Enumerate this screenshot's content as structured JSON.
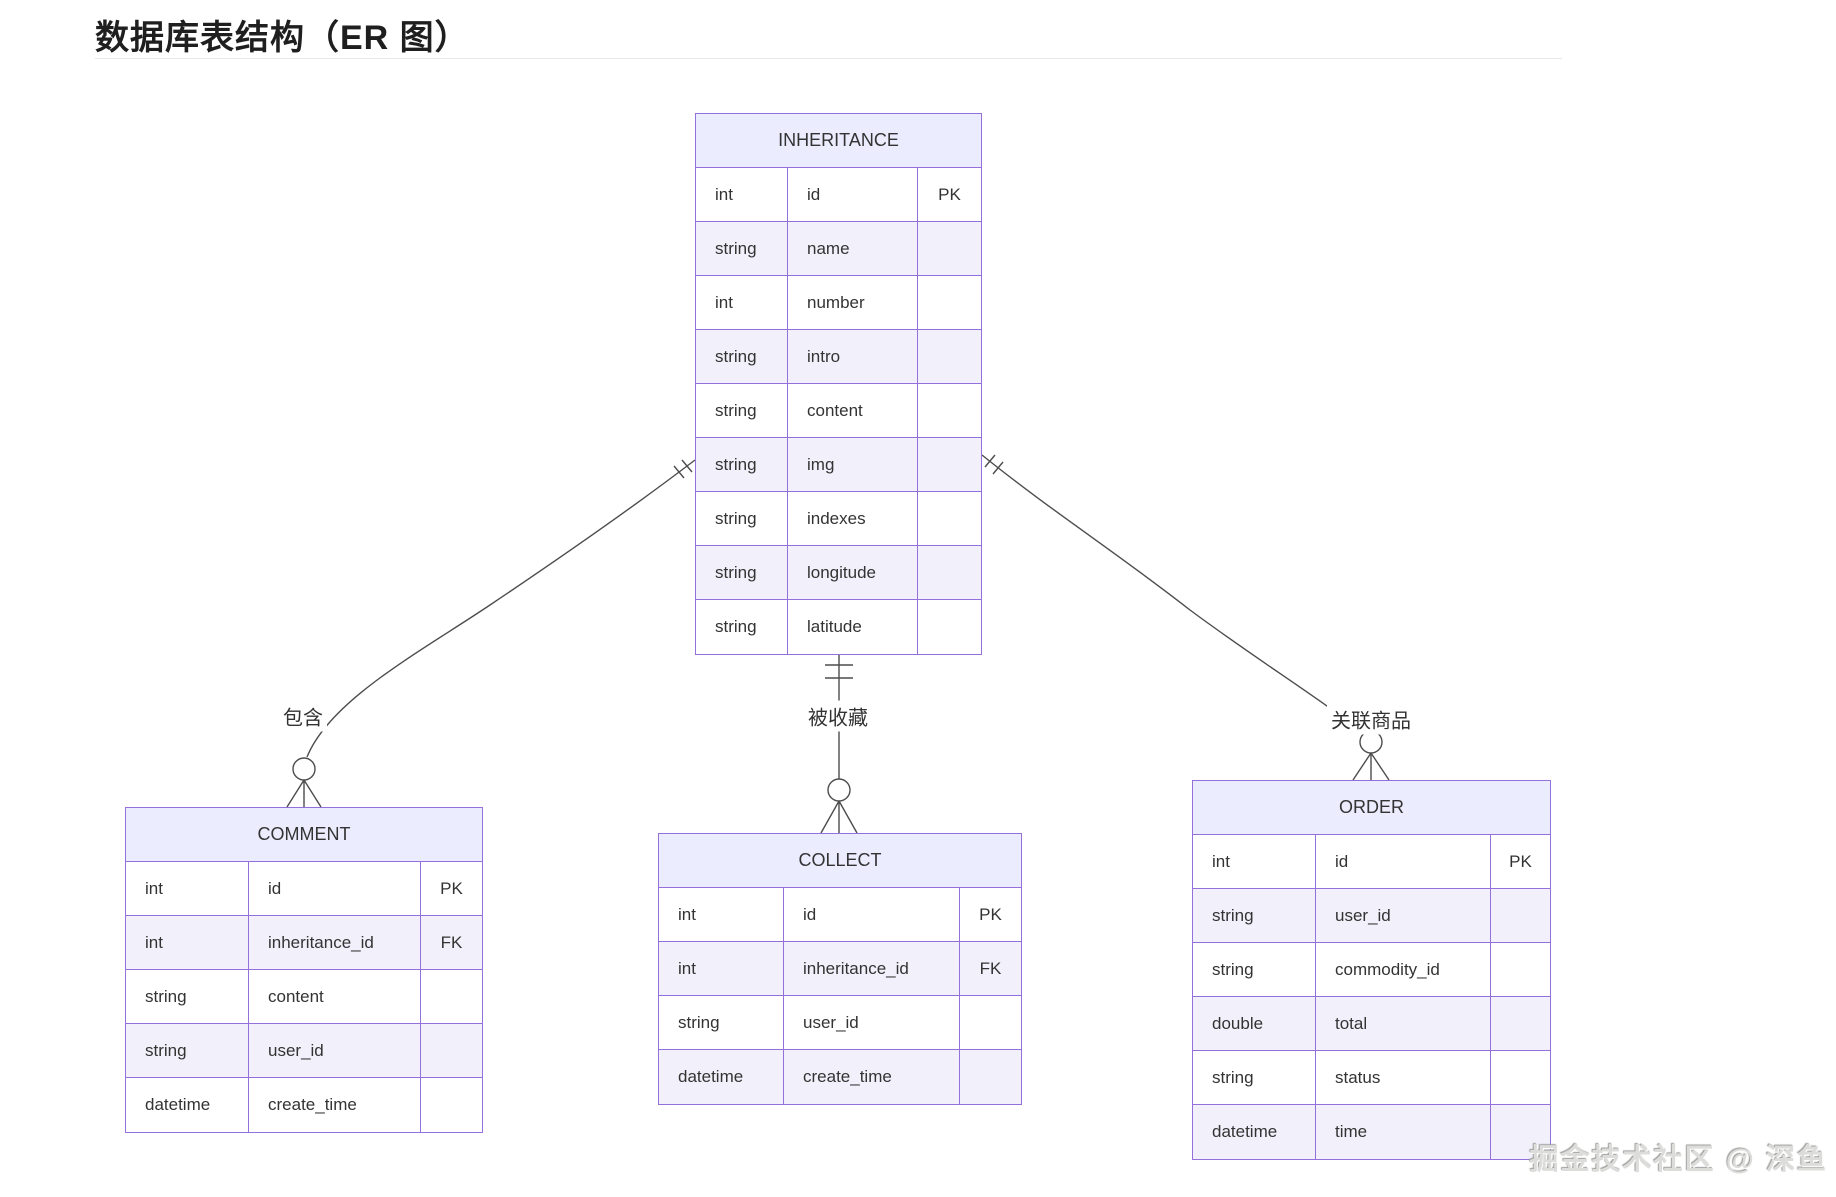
{
  "page": {
    "title": "数据库表结构（ER 图）",
    "watermark": "掘金技术社区 @ 深鱼"
  },
  "diagram": {
    "type": "er-diagram",
    "colors": {
      "entity_border": "#9370DB",
      "entity_title_bg": "#ECECFF",
      "row_alt_bg": "#f2f1fb",
      "row_bg": "#ffffff",
      "edge_line": "#4d4d4d",
      "text": "#333333"
    },
    "entities": [
      {
        "name": "INHERITANCE",
        "rows": [
          {
            "type": "int",
            "field": "id",
            "key": "PK"
          },
          {
            "type": "string",
            "field": "name",
            "key": ""
          },
          {
            "type": "int",
            "field": "number",
            "key": ""
          },
          {
            "type": "string",
            "field": "intro",
            "key": ""
          },
          {
            "type": "string",
            "field": "content",
            "key": ""
          },
          {
            "type": "string",
            "field": "img",
            "key": ""
          },
          {
            "type": "string",
            "field": "indexes",
            "key": ""
          },
          {
            "type": "string",
            "field": "longitude",
            "key": ""
          },
          {
            "type": "string",
            "field": "latitude",
            "key": ""
          }
        ]
      },
      {
        "name": "COMMENT",
        "rows": [
          {
            "type": "int",
            "field": "id",
            "key": "PK"
          },
          {
            "type": "int",
            "field": "inheritance_id",
            "key": "FK"
          },
          {
            "type": "string",
            "field": "content",
            "key": ""
          },
          {
            "type": "string",
            "field": "user_id",
            "key": ""
          },
          {
            "type": "datetime",
            "field": "create_time",
            "key": ""
          }
        ]
      },
      {
        "name": "COLLECT",
        "rows": [
          {
            "type": "int",
            "field": "id",
            "key": "PK"
          },
          {
            "type": "int",
            "field": "inheritance_id",
            "key": "FK"
          },
          {
            "type": "string",
            "field": "user_id",
            "key": ""
          },
          {
            "type": "datetime",
            "field": "create_time",
            "key": ""
          }
        ]
      },
      {
        "name": "ORDER",
        "rows": [
          {
            "type": "int",
            "field": "id",
            "key": "PK"
          },
          {
            "type": "string",
            "field": "user_id",
            "key": ""
          },
          {
            "type": "string",
            "field": "commodity_id",
            "key": ""
          },
          {
            "type": "double",
            "field": "total",
            "key": ""
          },
          {
            "type": "string",
            "field": "status",
            "key": ""
          },
          {
            "type": "datetime",
            "field": "time",
            "key": ""
          }
        ]
      }
    ],
    "relationships": [
      {
        "label": "包含",
        "from": "INHERITANCE",
        "to": "COMMENT",
        "from_cardinality": "exactly-one",
        "to_cardinality": "zero-or-many"
      },
      {
        "label": "被收藏",
        "from": "INHERITANCE",
        "to": "COLLECT",
        "from_cardinality": "exactly-one",
        "to_cardinality": "zero-or-many"
      },
      {
        "label": "关联商品",
        "from": "INHERITANCE",
        "to": "ORDER",
        "from_cardinality": "exactly-one",
        "to_cardinality": "zero-or-many"
      }
    ]
  }
}
